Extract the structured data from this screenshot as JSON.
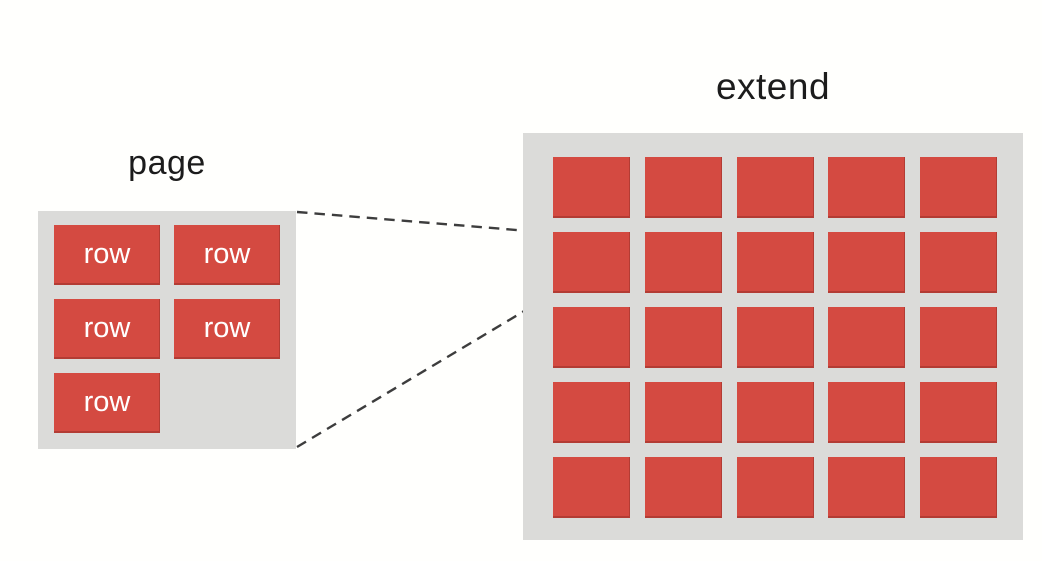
{
  "page": {
    "label": "page",
    "rows": [
      "row",
      "row",
      "row",
      "row",
      "row"
    ]
  },
  "extend": {
    "label": "extend",
    "grid": {
      "rows": 5,
      "cols": 5
    }
  },
  "colors": {
    "box_red": "#d44a41",
    "panel_gray": "#dbdbd9",
    "connector_dark": "#3d3d3d",
    "row_text_white": "#ffffff",
    "label_text_black": "#1c1c1c",
    "background": "#fffffd"
  }
}
